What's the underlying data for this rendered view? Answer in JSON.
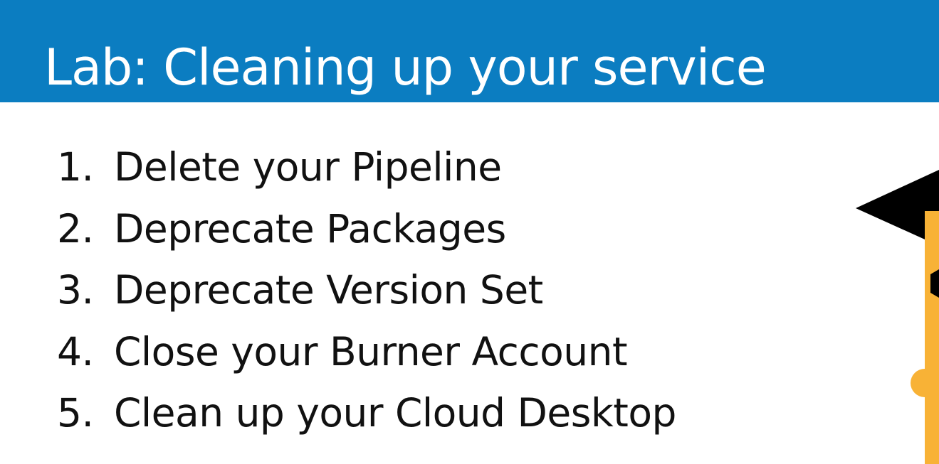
{
  "slide": {
    "title": "Lab: Cleaning up your service",
    "steps": [
      {
        "number": "1.",
        "label": "Delete your Pipeline"
      },
      {
        "number": "2.",
        "label": "Deprecate Packages"
      },
      {
        "number": "3.",
        "label": "Deprecate Version Set"
      },
      {
        "number": "4.",
        "label": "Close your Burner Account"
      },
      {
        "number": "5.",
        "label": "Clean up your Cloud Desktop"
      }
    ],
    "mascot_icon": "graduation-cap-mascot-icon"
  },
  "colors": {
    "header": "#0b7dc1",
    "title_text": "#ffffff",
    "body_text": "#111111",
    "mascot_body": "#f8b236",
    "mascot_cap": "#000000"
  }
}
